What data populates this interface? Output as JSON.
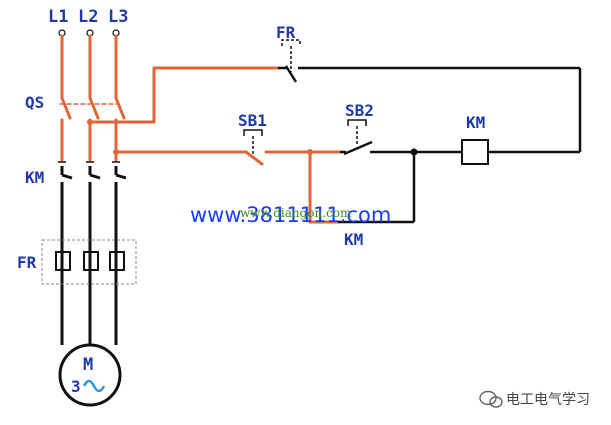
{
  "colors": {
    "power": "#e0663a",
    "line": "#111111",
    "label": "#1f3aa8",
    "watermark": "#1a3cff",
    "watermark_green": "#3a8a2a",
    "dashed_box": "#888888",
    "motor_wave": "#2a9ad8"
  },
  "labels": {
    "l1": "L1",
    "l2": "L2",
    "l3": "L3",
    "qs": "QS",
    "km_main": "KM",
    "fr_main": "FR",
    "fr_aux": "FR",
    "sb1": "SB1",
    "sb2": "SB2",
    "km_coil": "KM",
    "km_aux": "KM",
    "motor_m": "M",
    "motor_phase": "3"
  },
  "watermark": {
    "site": "www.3811111.com",
    "overlay": "www.diangon.com"
  },
  "brand": {
    "name": "电工电气学习",
    "icon": "wechat-icon"
  }
}
